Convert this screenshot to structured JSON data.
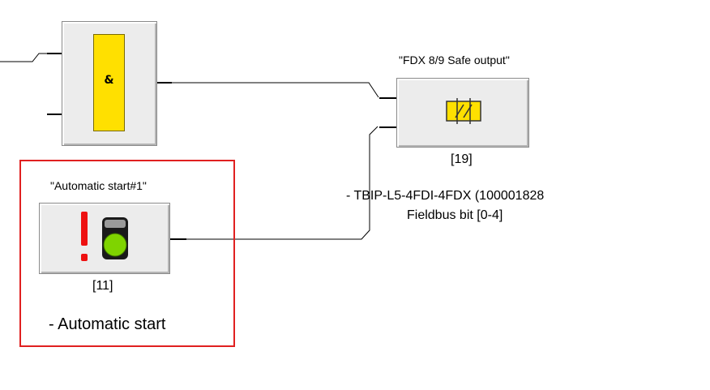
{
  "blocks": {
    "and_block": {
      "symbol": "&"
    },
    "fdx_output": {
      "title": "\"FDX 8/9 Safe output\"",
      "id": "[19]",
      "device_line": "- TBIP-L5-4FDI-4FDX (100001828",
      "bit_line": "Fieldbus bit [0-4]"
    },
    "automatic_start": {
      "title": "\"Automatic start#1\"",
      "id": "[11]",
      "description": "- Automatic start"
    }
  },
  "colors": {
    "gate_yellow": "#ffe000",
    "selection_red": "#e02020",
    "lamp_green": "#7fd400",
    "alert_red": "#ee1111"
  },
  "icons": {
    "and_gate": "and-gate-icon",
    "relay": "safe-output-relay-icon",
    "exclamation": "exclamation-icon",
    "lamp": "green-lamp-icon"
  }
}
